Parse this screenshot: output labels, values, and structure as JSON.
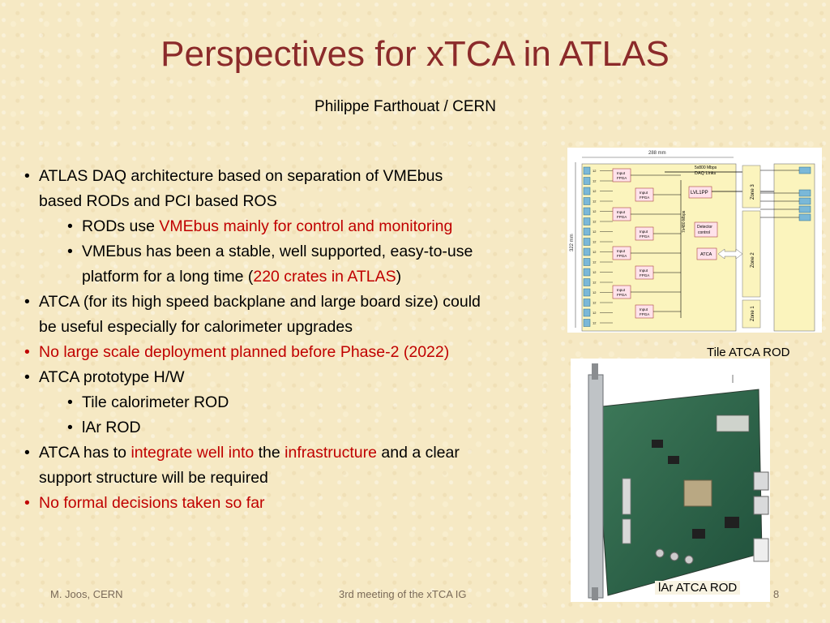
{
  "slide": {
    "title": "Perspectives for xTCA in ATLAS",
    "subtitle": "Philippe Farthouat / CERN"
  },
  "bullets": [
    {
      "level": 1,
      "segments": [
        {
          "text": "ATLAS DAQ architecture based on separation of VMEbus",
          "red": false
        }
      ]
    },
    {
      "level": 1,
      "cont": true,
      "segments": [
        {
          "text": "based RODs and PCI based ROS",
          "red": false
        }
      ]
    },
    {
      "level": 2,
      "segments": [
        {
          "text": "RODs use ",
          "red": false
        },
        {
          "text": "VMEbus mainly for control and monitoring",
          "red": true
        }
      ]
    },
    {
      "level": 2,
      "segments": [
        {
          "text": "VMEbus has been a stable, well supported, easy-to-use",
          "red": false
        }
      ]
    },
    {
      "level": 2,
      "cont": true,
      "segments": [
        {
          "text": "platform for a long time (",
          "red": false
        },
        {
          "text": "220 crates in ATLAS",
          "red": true
        },
        {
          "text": ")",
          "red": false
        }
      ]
    },
    {
      "level": 1,
      "segments": [
        {
          "text": "ATCA (for its high speed backplane and large board size) could",
          "red": false
        }
      ]
    },
    {
      "level": 1,
      "cont": true,
      "segments": [
        {
          "text": "be useful especially for calorimeter upgrades",
          "red": false
        }
      ]
    },
    {
      "level": 1,
      "red": true,
      "segments": [
        {
          "text": "No large scale deployment planned before Phase-2 (2022)",
          "red": true
        }
      ]
    },
    {
      "level": 1,
      "segments": [
        {
          "text": "ATCA prototype H/W",
          "red": false
        }
      ]
    },
    {
      "level": 2,
      "segments": [
        {
          "text": "Tile calorimeter ROD",
          "red": false
        }
      ]
    },
    {
      "level": 2,
      "segments": [
        {
          "text": "lAr ROD",
          "red": false
        }
      ]
    },
    {
      "level": 1,
      "segments": [
        {
          "text": "ATCA has to ",
          "red": false
        },
        {
          "text": "integrate well into",
          "red": true
        },
        {
          "text": " the ",
          "red": false
        },
        {
          "text": "infrastructure",
          "red": true
        },
        {
          "text": " and a clear",
          "red": false
        }
      ]
    },
    {
      "level": 1,
      "cont": true,
      "segments": [
        {
          "text": "support structure will be required",
          "red": false
        }
      ]
    },
    {
      "level": 1,
      "red": true,
      "segments": [
        {
          "text": "No formal decisions taken so far",
          "red": true
        }
      ]
    }
  ],
  "diagram": {
    "width_label": "288 mm",
    "height_label": "322 mm",
    "links_label_1": "5x800 Mbps",
    "links_label_2": "DAQ Links",
    "bus_label": "7x480 Mbps",
    "fpga_label_1": "Input",
    "fpga_label_2": "FPGA",
    "lvl1_label": "LVL1PP",
    "detector_label_1": "Detector",
    "detector_label_2": "control",
    "atca_label": "ATCA",
    "zone3": "Zone 3",
    "zone2": "Zone 2",
    "zone1": "Zone 1",
    "connector_tag": "12"
  },
  "captions": {
    "tile": "Tile ATCA ROD",
    "lar": "lAr ATCA ROD"
  },
  "footer": {
    "author": "M. Joos, CERN",
    "meeting": "3rd meeting of the xTCA IG",
    "page": "8"
  },
  "colors": {
    "title": "#8b2a2a",
    "highlight": "#c00000",
    "background": "#f6e9c4"
  }
}
